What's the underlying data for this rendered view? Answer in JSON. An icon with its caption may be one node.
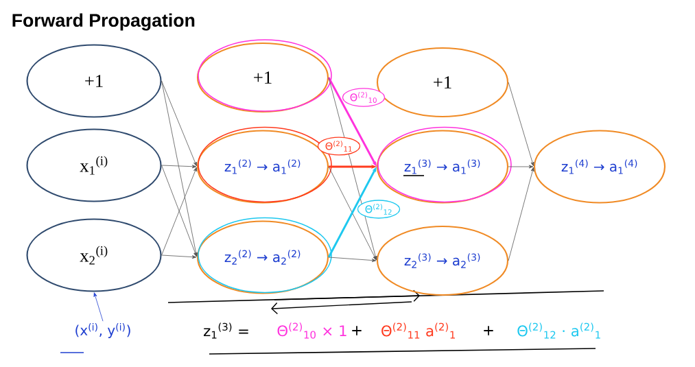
{
  "diagram": {
    "title": "Forward Propagation",
    "nodes": [
      {
        "text": [
          "+1"
        ]
      },
      {
        "text": [
          "x$_{1}$$^{(i)}$"
        ]
      },
      {
        "text": [
          "x$_{2}$$^{(i)}$"
        ]
      },
      {
        "text": [
          "+1"
        ]
      },
      {
        "text": [
          "z$_{1}$$^{(2)}$ → a$_{1}$$^{(2)}$"
        ]
      },
      {
        "text": [
          "z$_{2}$$^{(2)}$ → a$_{2}$$^{(2)}$"
        ]
      },
      {
        "text": [
          "+1"
        ]
      },
      {
        "text": [
          "z$_{1}$$^{(3)}$ → a$_{1}$$^{(3)}$"
        ]
      },
      {
        "text": [
          "z$_{2}$$^{(3)}$ → a$_{2}$$^{(3)}$"
        ]
      },
      {
        "text": [
          "z$_{1}$$^{(4)}$ → a$_{1}$$^{(4)}$"
        ]
      },
      {
        "text": [
          "(x$^{(i)}$, y$^{(i)}$)"
        ]
      }
    ],
    "edges": [
      {
        "from": 0,
        "to": 4,
        "arrow": "to"
      },
      {
        "from": 0,
        "to": 5,
        "arrow": "to"
      },
      {
        "from": 1,
        "to": 4,
        "arrow": "to"
      },
      {
        "from": 1,
        "to": 5,
        "arrow": "to"
      },
      {
        "from": 2,
        "to": 4,
        "arrow": "to"
      },
      {
        "from": 2,
        "to": 5,
        "arrow": "to"
      },
      {
        "from": 3,
        "to": 7,
        "arrow": "to",
        "style": "thick",
        "color": "#ff33dd",
        "label": "Θ$^{(2)}$$_{10}$"
      },
      {
        "from": 3,
        "to": 8,
        "arrow": "to"
      },
      {
        "from": 4,
        "to": 7,
        "arrow": "to",
        "style": "thick",
        "color": "#ff3b1f",
        "label": "Θ$^{(2)}$$_{11}$"
      },
      {
        "from": 4,
        "to": 8,
        "arrow": "to"
      },
      {
        "from": 5,
        "to": 7,
        "arrow": "to",
        "style": "thick",
        "color": "#1ec8ef",
        "label": "Θ$^{(2)}$$_{12}$"
      },
      {
        "from": 5,
        "to": 8,
        "arrow": "to"
      },
      {
        "from": 6,
        "to": 9,
        "arrow": "to"
      },
      {
        "from": 7,
        "to": 9,
        "arrow": "to"
      },
      {
        "from": 8,
        "to": 9,
        "arrow": "to"
      },
      {
        "from": 10,
        "to": 2,
        "arrow": "to",
        "color": "#1f3fd0"
      }
    ],
    "labels": [
      "z$_{1}$$^{(3)}$ =",
      "Θ$^{(2)}$$_{10}$ × 1",
      "+",
      "Θ$^{(2)}$$_{11}$ a$^{(2)}$$_{1}$",
      "+",
      "Θ$^{(2)}$$_{12}$ · a$^{(2)}$$_{1}$"
    ]
  }
}
